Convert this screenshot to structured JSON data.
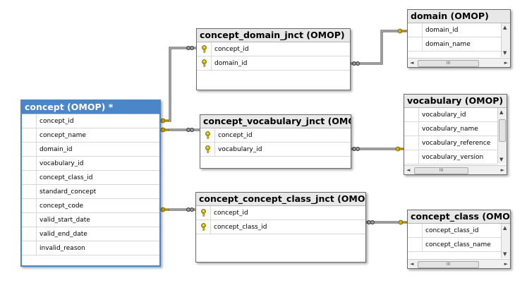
{
  "tables": {
    "concept": {
      "title": "concept (OMOP) *",
      "columns": [
        "concept_id",
        "concept_name",
        "domain_id",
        "vocabulary_id",
        "concept_class_id",
        "standard_concept",
        "concept_code",
        "valid_start_date",
        "valid_end_date",
        "invalid_reason"
      ]
    },
    "concept_domain_jnct": {
      "title": "concept_domain_jnct (OMOP)",
      "columns": [
        "concept_id",
        "domain_id"
      ]
    },
    "concept_vocabulary_jnct": {
      "title": "concept_vocabulary_jnct (OMOP) *",
      "columns": [
        "concept_id",
        "vocabulary_id"
      ]
    },
    "concept_concept_class_jnct": {
      "title": "concept_concept_class_jnct (OMOP) *",
      "columns": [
        "concept_id",
        "concept_class_id"
      ]
    },
    "domain": {
      "title": "domain (OMOP)",
      "columns": [
        "domain_id",
        "domain_name"
      ]
    },
    "vocabulary": {
      "title": "vocabulary (OMOP) *",
      "columns": [
        "vocabulary_id",
        "vocabulary_name",
        "vocabulary_reference",
        "vocabulary_version"
      ]
    },
    "concept_class": {
      "title": "concept_class (OMOP)",
      "columns": [
        "concept_class_id",
        "concept_class_name"
      ]
    }
  },
  "scrollbar": {
    "thumb_glyph": "III",
    "up": "▲",
    "down": "▼",
    "left": "◄",
    "right": "►"
  },
  "colors": {
    "selected_border": "#4a86c8",
    "key": "#d4b000",
    "line": "#3a3a3a"
  }
}
